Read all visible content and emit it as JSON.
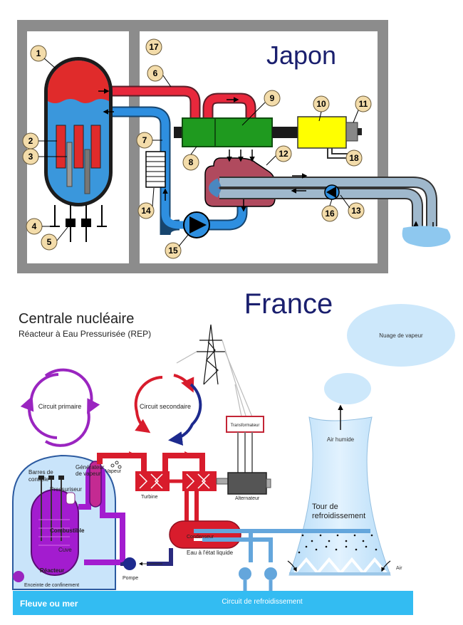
{
  "japan": {
    "title": "Japon",
    "callouts": [
      "1",
      "2",
      "3",
      "4",
      "5",
      "6",
      "7",
      "8",
      "9",
      "10",
      "11",
      "12",
      "13",
      "14",
      "15",
      "16",
      "17",
      "18"
    ]
  },
  "france": {
    "title": "France",
    "diagram_title": "Centrale nucléaire",
    "diagram_subtitle": "Réacteur à Eau Pressurisée (REP)",
    "labels": {
      "cloud": "Nuage de vapeur",
      "primary_circuit": "Circuit primaire",
      "secondary_circuit": "Circuit secondaire",
      "transformer": "Transformateur",
      "humid_air": "Air humide",
      "control_rods_1": "Barres de",
      "control_rods_2": "contrôle",
      "steam_gen_1": "Générateur",
      "steam_gen_2": "de vapeur",
      "steam": "Vapeur",
      "pressurizer": "Pressuriseur",
      "fuel": "Combustible",
      "vessel": "Cuve",
      "reactor": "Réacteur",
      "containment": "Enceinte de confinement",
      "turbine": "Turbine",
      "alternator": "Alternateur",
      "cooling_tower_1": "Tour de",
      "cooling_tower_2": "refroidissement",
      "condenser": "Condenseur",
      "liquid_water": "Eau à l'état liquide",
      "pump": "Pompe",
      "air": "Air",
      "river": "Fleuve ou mer",
      "cooling_circuit": "Circuit de refroidissement"
    }
  },
  "colors": {
    "frame_gray": "#8c8c8c",
    "hot_red": "#e8283c",
    "cold_blue": "#2e8fe0",
    "generator_green": "#1f9a1f",
    "alternator_yellow": "#ffff00",
    "callout_fill": "#f3dcaa",
    "title_navy": "#1a1f6e",
    "purple": "#8e1fb0",
    "sky": "#c9e6fa",
    "river": "#33bcf2"
  }
}
